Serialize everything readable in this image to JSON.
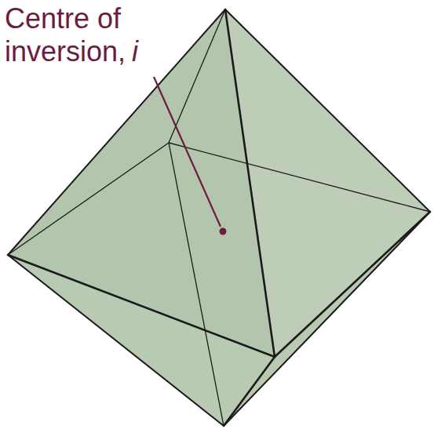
{
  "diagram": {
    "labels": [
      "Centre of",
      "inversion,",
      "i"
    ]
  }
}
